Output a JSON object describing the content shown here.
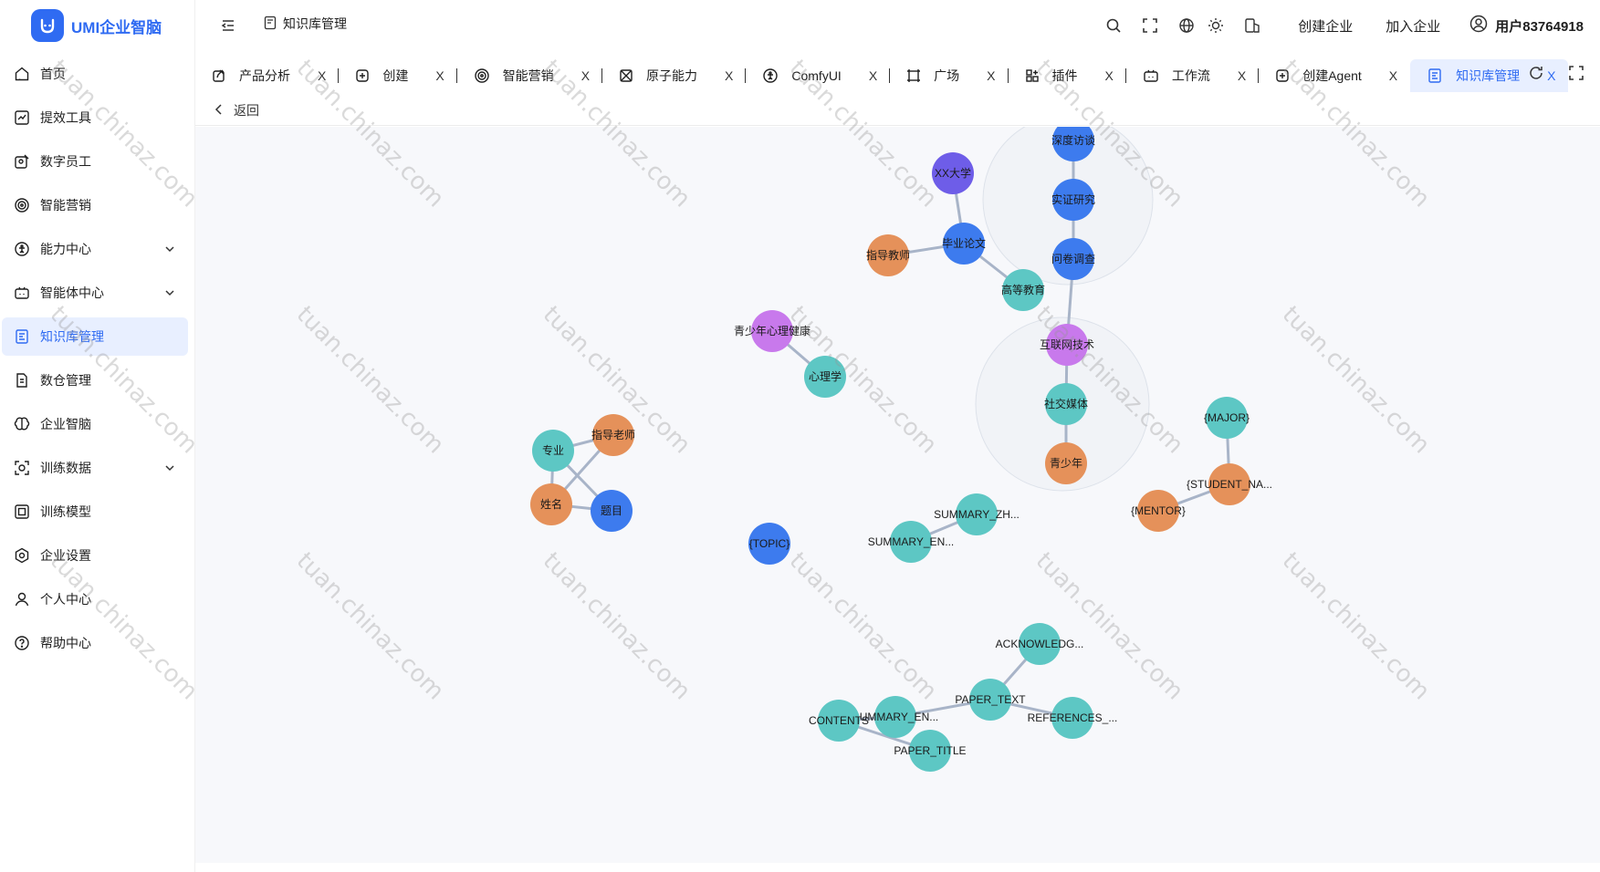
{
  "app": {
    "name": "UMI企业智脑"
  },
  "header": {
    "breadcrumb": "知识库管理",
    "actions": [
      "创建企业",
      "加入企业"
    ],
    "user": "用户83764918"
  },
  "sidebar": {
    "items": [
      {
        "label": "首页",
        "icon": "home-icon"
      },
      {
        "label": "提效工具",
        "icon": "chart-icon"
      },
      {
        "label": "数字员工",
        "icon": "digital-employee-icon"
      },
      {
        "label": "智能营销",
        "icon": "target-icon"
      },
      {
        "label": "能力中心",
        "icon": "ability-icon",
        "expandable": true
      },
      {
        "label": "智能体中心",
        "icon": "robot-icon",
        "expandable": true
      },
      {
        "label": "知识库管理",
        "icon": "book-icon",
        "active": true
      },
      {
        "label": "数仓管理",
        "icon": "document-icon"
      },
      {
        "label": "企业智脑",
        "icon": "brain-icon"
      },
      {
        "label": "训练数据",
        "icon": "data-scan-icon",
        "expandable": true
      },
      {
        "label": "训练模型",
        "icon": "model-icon"
      },
      {
        "label": "企业设置",
        "icon": "settings-icon"
      },
      {
        "label": "个人中心",
        "icon": "user-icon"
      },
      {
        "label": "帮助中心",
        "icon": "help-icon"
      }
    ]
  },
  "tabs": [
    {
      "label": "产品分析",
      "icon": "edit-icon",
      "close": "X"
    },
    {
      "label": "创建",
      "icon": "plus-circle-icon",
      "close": "X"
    },
    {
      "label": "智能营销",
      "icon": "target-icon",
      "close": "X"
    },
    {
      "label": "原子能力",
      "icon": "atom-icon",
      "close": "X"
    },
    {
      "label": "ComfyUI",
      "icon": "ability-icon",
      "close": "X"
    },
    {
      "label": "广场",
      "icon": "frame-icon",
      "close": "X"
    },
    {
      "label": "插件",
      "icon": "plugin-icon",
      "close": "X"
    },
    {
      "label": "工作流",
      "icon": "robot-icon",
      "close": "X"
    },
    {
      "label": "创建Agent",
      "icon": "plus-circle-icon",
      "close": "X"
    },
    {
      "label": "知识库管理",
      "icon": "book-icon",
      "close": "X",
      "active": true
    }
  ],
  "back": {
    "label": "返回"
  },
  "watermark": "tuan.chinaz.com",
  "graph": {
    "colors": {
      "blue": "#3d7bee",
      "teal": "#5dc7c4",
      "orange": "#e5915a",
      "purple": "#6e5de8",
      "violet": "#c879ec",
      "edge": "#a8b4c8"
    },
    "nodes": [
      {
        "id": "n1",
        "label": "深度访谈",
        "c": "blue"
      },
      {
        "id": "n2",
        "label": "实证研究",
        "c": "blue"
      },
      {
        "id": "n3",
        "label": "问卷调查",
        "c": "blue"
      },
      {
        "id": "n4",
        "label": "XX大学",
        "c": "purple"
      },
      {
        "id": "n5",
        "label": "毕业论文",
        "c": "blue"
      },
      {
        "id": "n6",
        "label": "指导教师",
        "c": "orange"
      },
      {
        "id": "n7",
        "label": "高等教育",
        "c": "teal"
      },
      {
        "id": "n8",
        "label": "互联网技术",
        "c": "violet"
      },
      {
        "id": "n9",
        "label": "社交媒体",
        "c": "teal"
      },
      {
        "id": "n10",
        "label": "青少年",
        "c": "orange"
      },
      {
        "id": "n11",
        "label": "青少年心理健康",
        "c": "violet"
      },
      {
        "id": "n12",
        "label": "心理学",
        "c": "teal"
      },
      {
        "id": "n13",
        "label": "专业",
        "c": "teal"
      },
      {
        "id": "n14",
        "label": "指导老师",
        "c": "orange"
      },
      {
        "id": "n15",
        "label": "姓名",
        "c": "orange"
      },
      {
        "id": "n16",
        "label": "题目",
        "c": "blue"
      },
      {
        "id": "n17",
        "label": "{TOPIC}",
        "c": "blue"
      },
      {
        "id": "n18",
        "label": "SUMMARY_ZH...",
        "c": "teal"
      },
      {
        "id": "n19",
        "label": "SUMMARY_EN...",
        "c": "teal"
      },
      {
        "id": "n20",
        "label": "{MAJOR}",
        "c": "teal"
      },
      {
        "id": "n21",
        "label": "{STUDENT_NA...",
        "c": "orange"
      },
      {
        "id": "n22",
        "label": "{MENTOR}",
        "c": "orange"
      },
      {
        "id": "n23",
        "label": "ACKNOWLEDG...",
        "c": "teal"
      },
      {
        "id": "n24",
        "label": "PAPER_TEXT",
        "c": "teal"
      },
      {
        "id": "n25",
        "label": "REFERENCES_...",
        "c": "teal"
      },
      {
        "id": "n26",
        "label": "SUMMARY_EN...",
        "c": "teal"
      },
      {
        "id": "n27",
        "label": "CONTENTS",
        "c": "teal"
      },
      {
        "id": "n28",
        "label": "PAPER_TITLE",
        "c": "teal"
      }
    ],
    "edges": [
      [
        "n1",
        "n2"
      ],
      [
        "n2",
        "n3"
      ],
      [
        "n3",
        "n8"
      ],
      [
        "n4",
        "n5"
      ],
      [
        "n6",
        "n5"
      ],
      [
        "n5",
        "n7"
      ],
      [
        "n8",
        "n9"
      ],
      [
        "n9",
        "n10"
      ],
      [
        "n11",
        "n12"
      ],
      [
        "n13",
        "n14"
      ],
      [
        "n13",
        "n15"
      ],
      [
        "n13",
        "n16"
      ],
      [
        "n15",
        "n16"
      ],
      [
        "n15",
        "n14"
      ],
      [
        "n18",
        "n19"
      ],
      [
        "n20",
        "n21"
      ],
      [
        "n21",
        "n22"
      ],
      [
        "n23",
        "n24"
      ],
      [
        "n24",
        "n25"
      ],
      [
        "n24",
        "n26"
      ],
      [
        "n26",
        "n27"
      ],
      [
        "n27",
        "n28"
      ]
    ]
  }
}
